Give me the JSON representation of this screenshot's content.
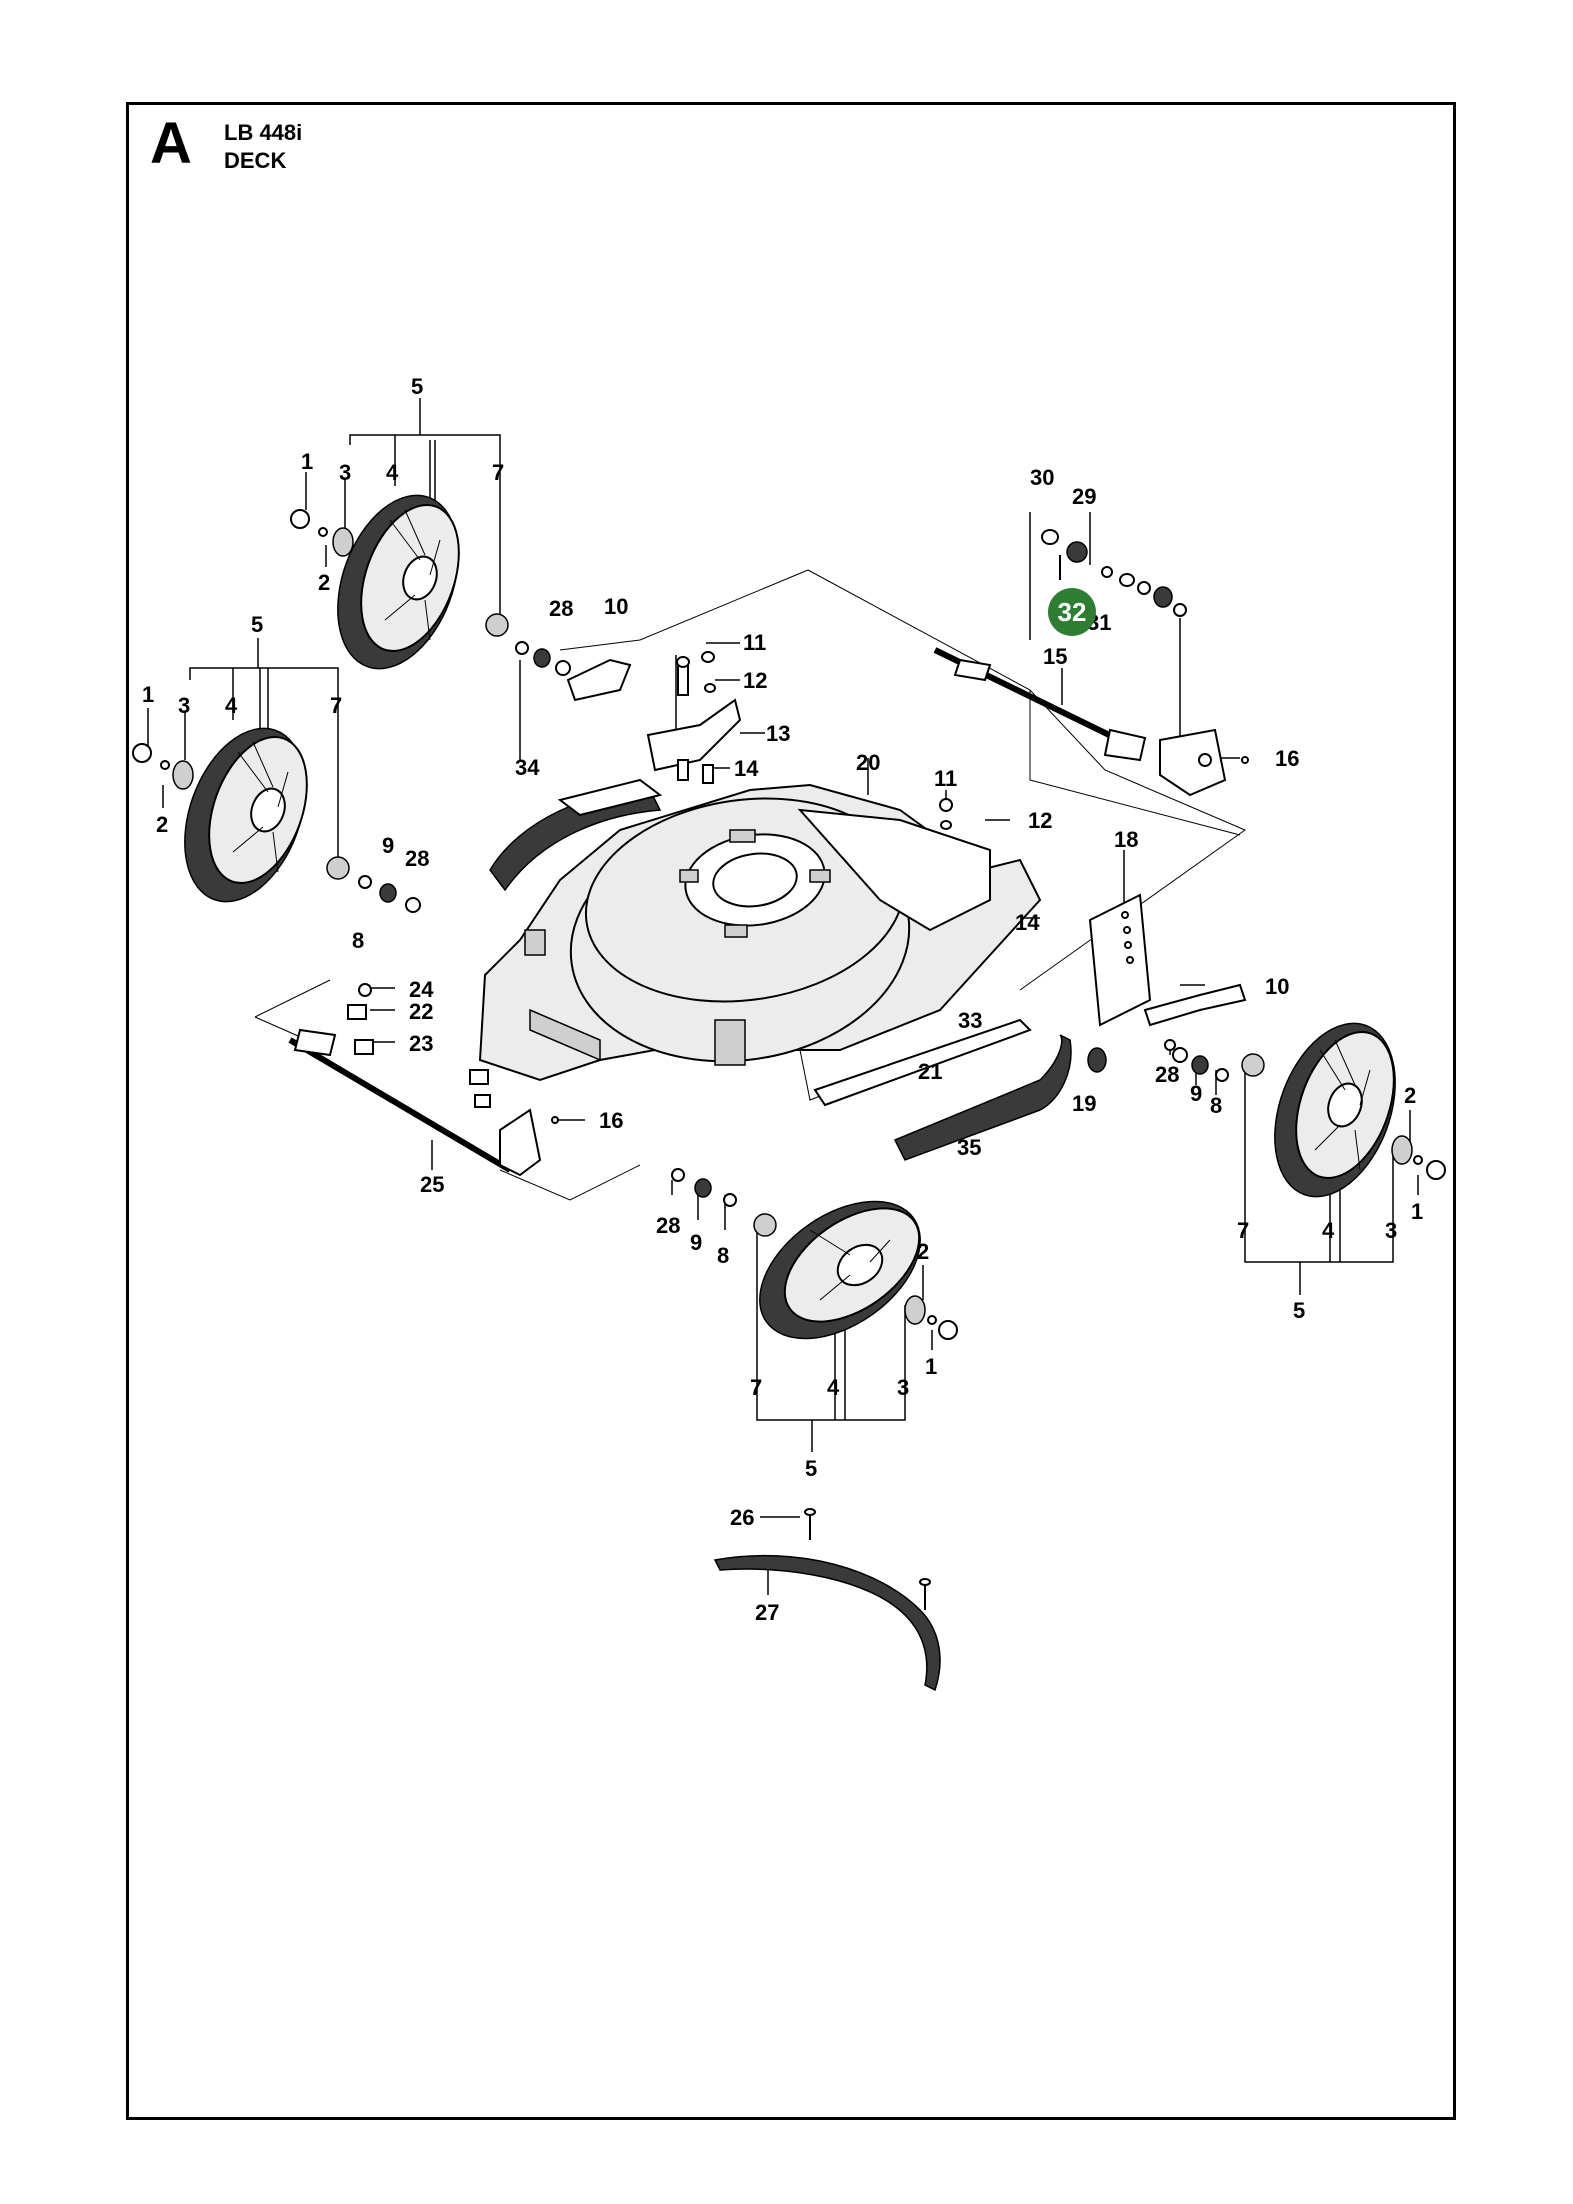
{
  "header": {
    "section_letter": "A",
    "model": "LB 448i",
    "section_name": "DECK"
  },
  "highlight": {
    "label": "32",
    "color": "#2e7d32"
  },
  "callout_labels": [
    "5",
    "1",
    "3",
    "4",
    "7",
    "2",
    "30",
    "29",
    "31",
    "15",
    "16",
    "28",
    "10",
    "11",
    "12",
    "13",
    "14",
    "5",
    "1",
    "3",
    "4",
    "7",
    "2",
    "9",
    "28",
    "8",
    "34",
    "20",
    "11",
    "12",
    "18",
    "14",
    "10",
    "24",
    "22",
    "23",
    "16",
    "25",
    "21",
    "33",
    "19",
    "35",
    "28",
    "9",
    "8",
    "2",
    "1",
    "7",
    "4",
    "3",
    "5",
    "28",
    "9",
    "8",
    "2",
    "1",
    "7",
    "4",
    "3",
    "5",
    "26",
    "27"
  ]
}
